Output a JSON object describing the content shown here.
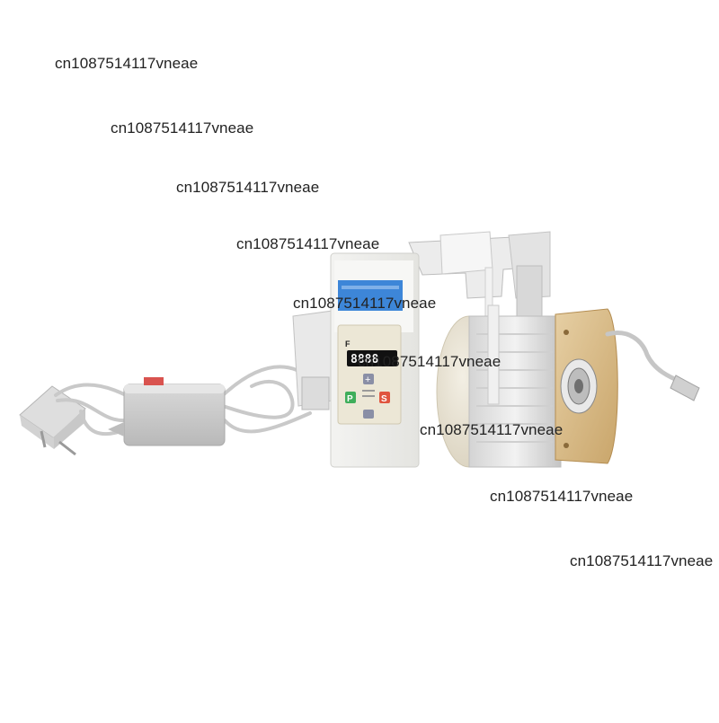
{
  "watermarks": [
    "cn1087514117vneae",
    "cn1087514117vneae",
    "cn1087514117vneae",
    "cn1087514117vneae",
    "cn1087514117vneae",
    "cn1087514117vneae",
    "cn1087514117vneae",
    "cn1087514117vneae",
    "cn1087514117vneae"
  ],
  "control_panel": {
    "display_reading": "8888",
    "logo_text": "F",
    "p_key": "P",
    "s_key": "S",
    "plus_key": "+"
  },
  "colors": {
    "panel_blue": "#3d86d8",
    "key_green": "#3fae5b",
    "key_red": "#e0553f",
    "display_black": "#111111",
    "pulley_amber": "#d6b98a",
    "motor_cream": "#ece5d3"
  },
  "icons": [
    "power-plug-icon",
    "motor-image",
    "control-box-image"
  ]
}
